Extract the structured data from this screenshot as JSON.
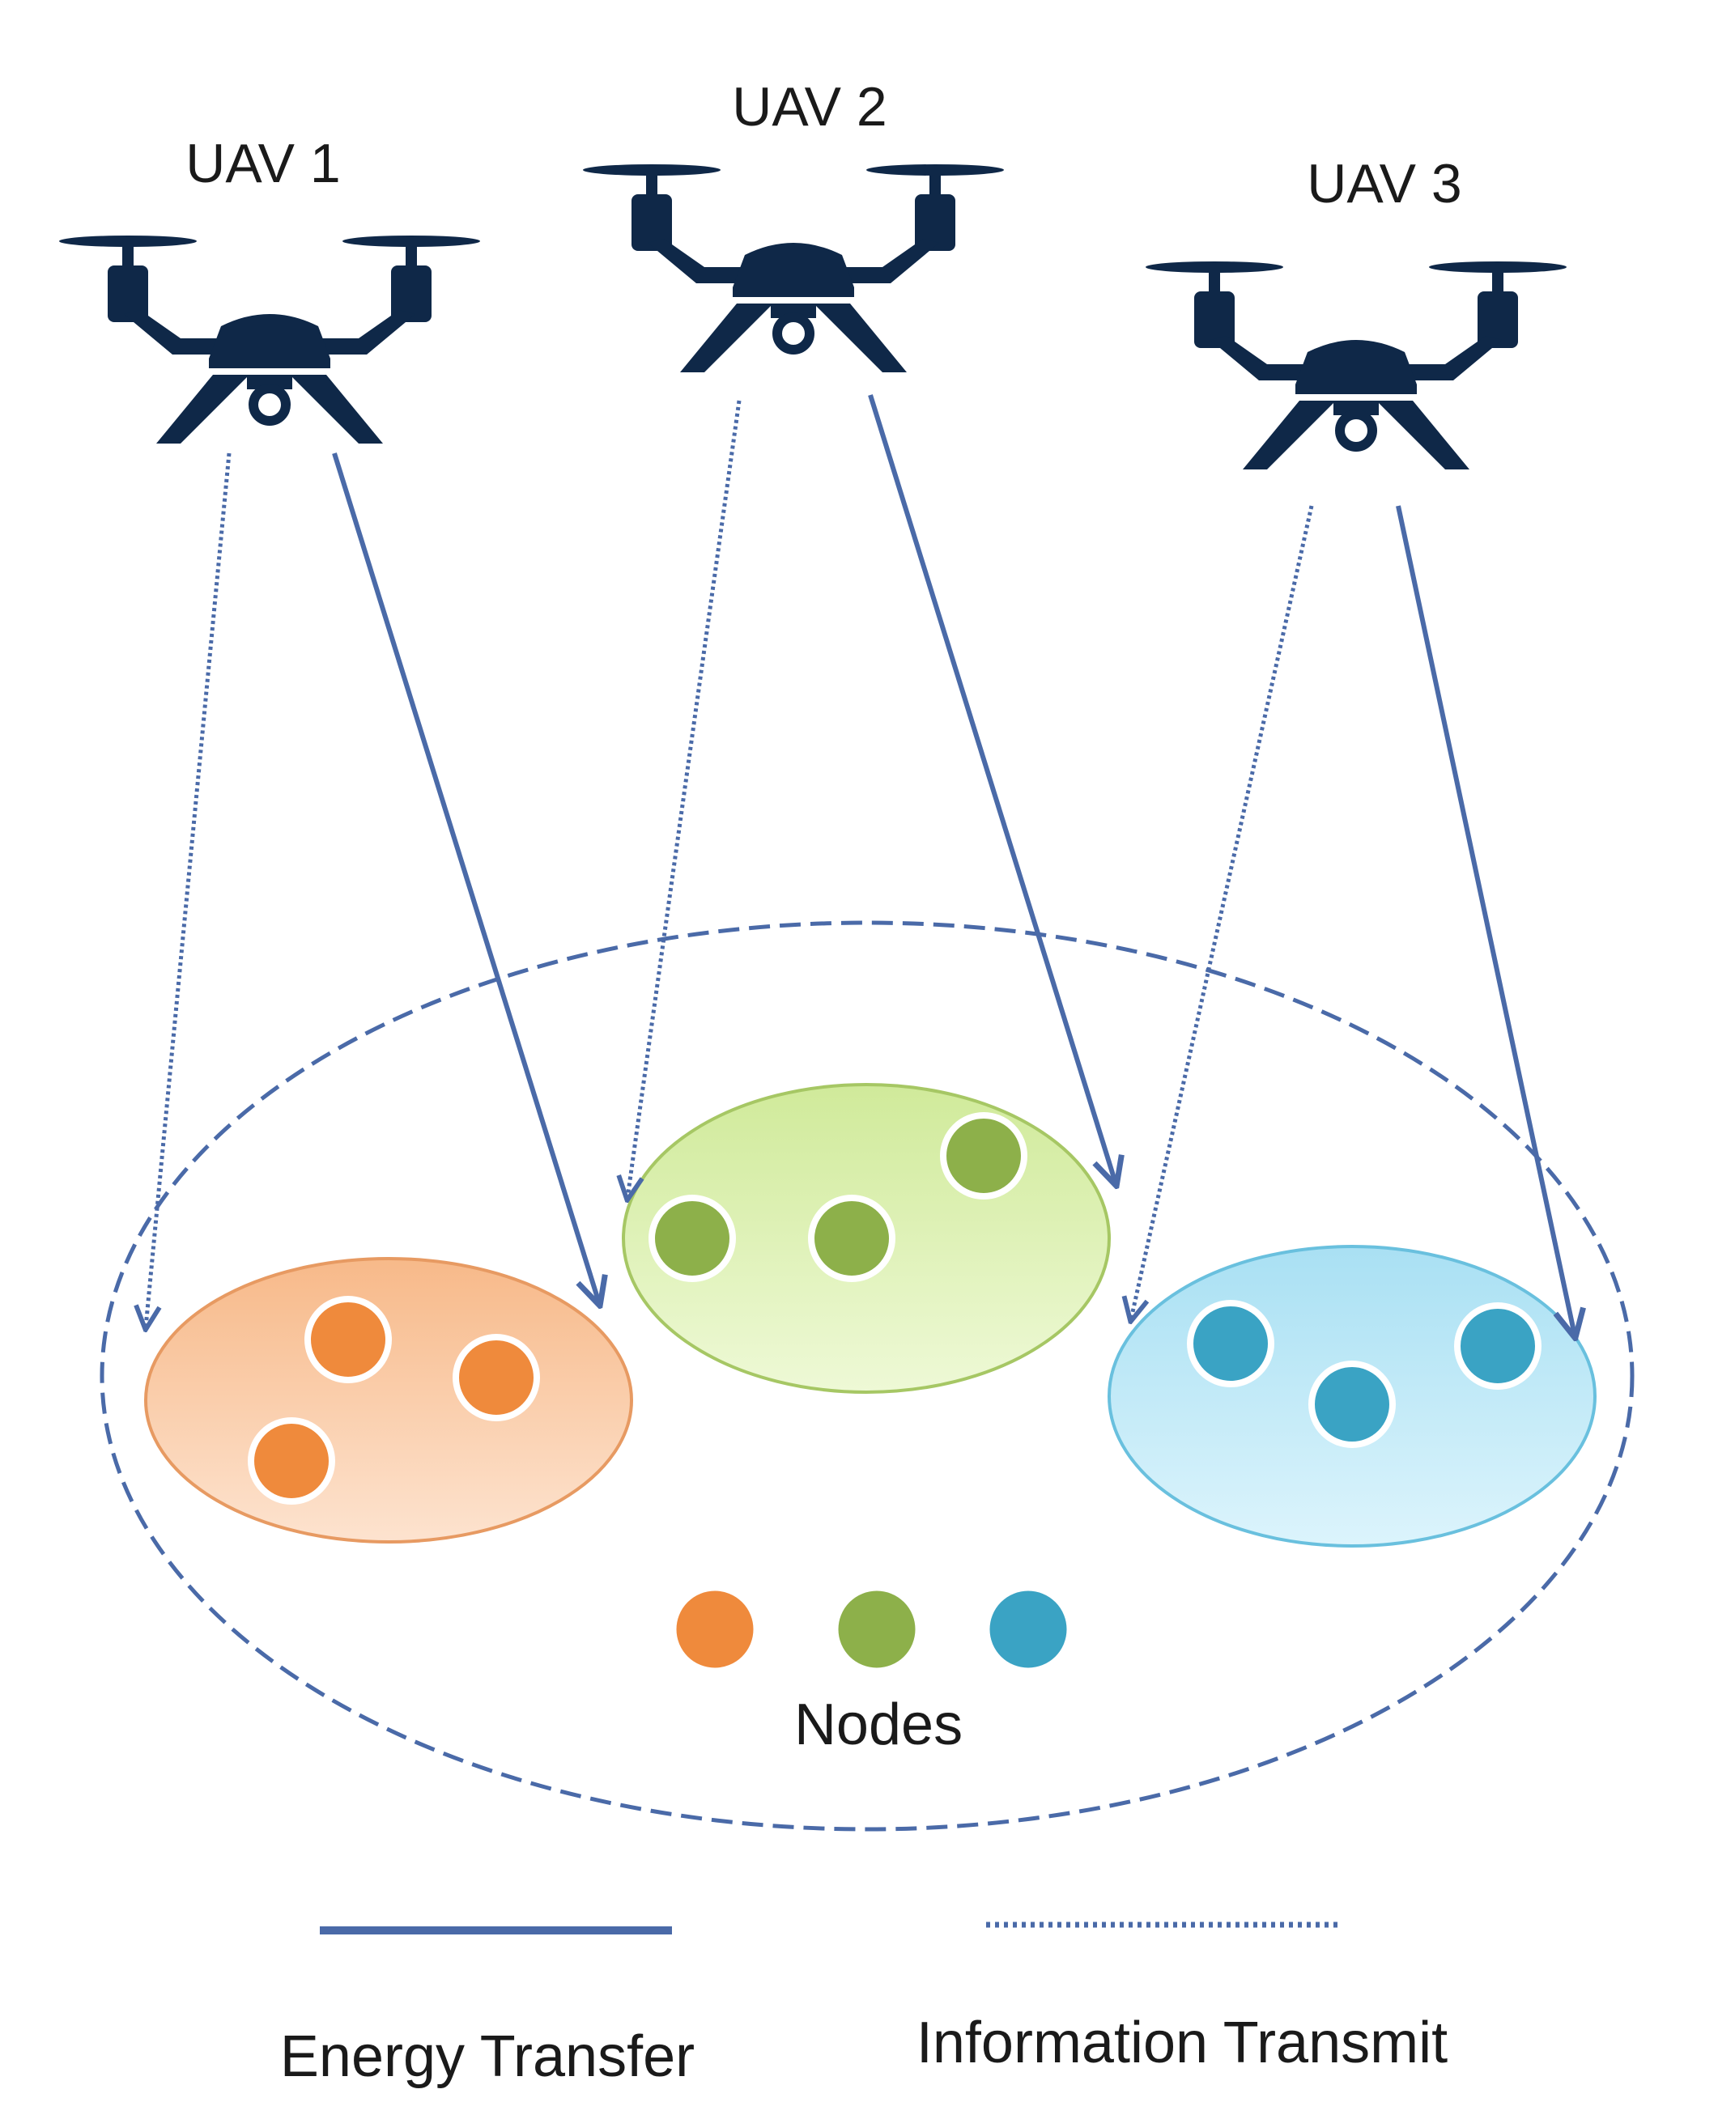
{
  "uavs": [
    {
      "label": "UAV 1"
    },
    {
      "label": "UAV 2"
    },
    {
      "label": "UAV 3"
    }
  ],
  "clusters": [
    {
      "name": "orange-cluster",
      "color": "#ef8a3c",
      "fill": "#f9c8a6"
    },
    {
      "name": "green-cluster",
      "color": "#8db04a",
      "fill": "#d7eea8"
    },
    {
      "name": "blue-cluster",
      "color": "#3aa3c4",
      "fill": "#bde6f5"
    }
  ],
  "nodes_label": "Nodes",
  "legend": {
    "energy": {
      "label": "Energy Transfer",
      "style": "solid"
    },
    "info": {
      "label": "Information Transmit",
      "style": "dotted"
    }
  },
  "colors": {
    "drone": "#0f2848",
    "arrow": "#4a6aa8",
    "region_border": "#4a6aa8"
  }
}
